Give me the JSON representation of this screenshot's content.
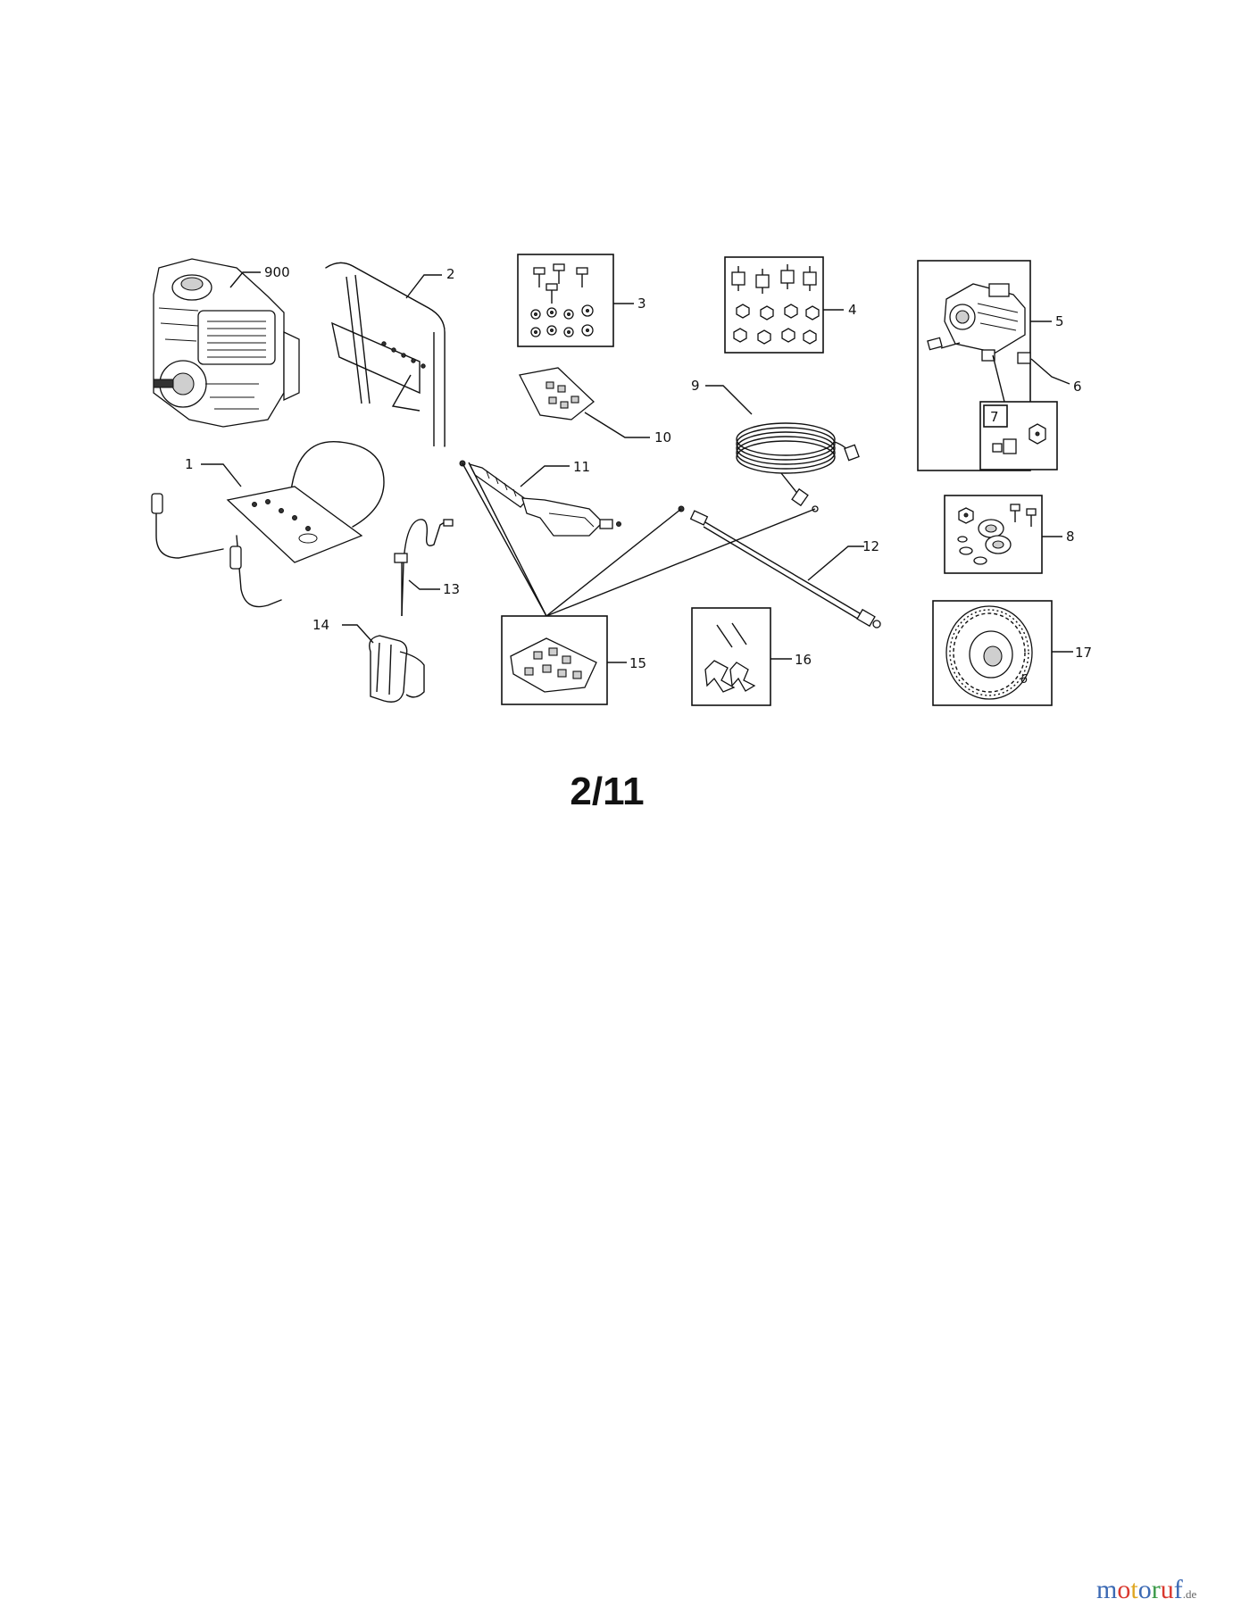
{
  "labels": {
    "p900": "900",
    "p1": "1",
    "p2": "2",
    "p3": "3",
    "p4": "4",
    "p5": "5",
    "p6": "6",
    "p7": "7",
    "p8": "8",
    "p9": "9",
    "p10": "10",
    "p11": "11",
    "p12": "12",
    "p13": "13",
    "p14": "14",
    "p15": "15",
    "p16": "16",
    "p17": "17"
  },
  "page_number": "2/11",
  "watermark": {
    "letters": [
      "m",
      "o",
      "t",
      "o",
      "r",
      "u",
      "f"
    ],
    "suffix": ".de"
  }
}
